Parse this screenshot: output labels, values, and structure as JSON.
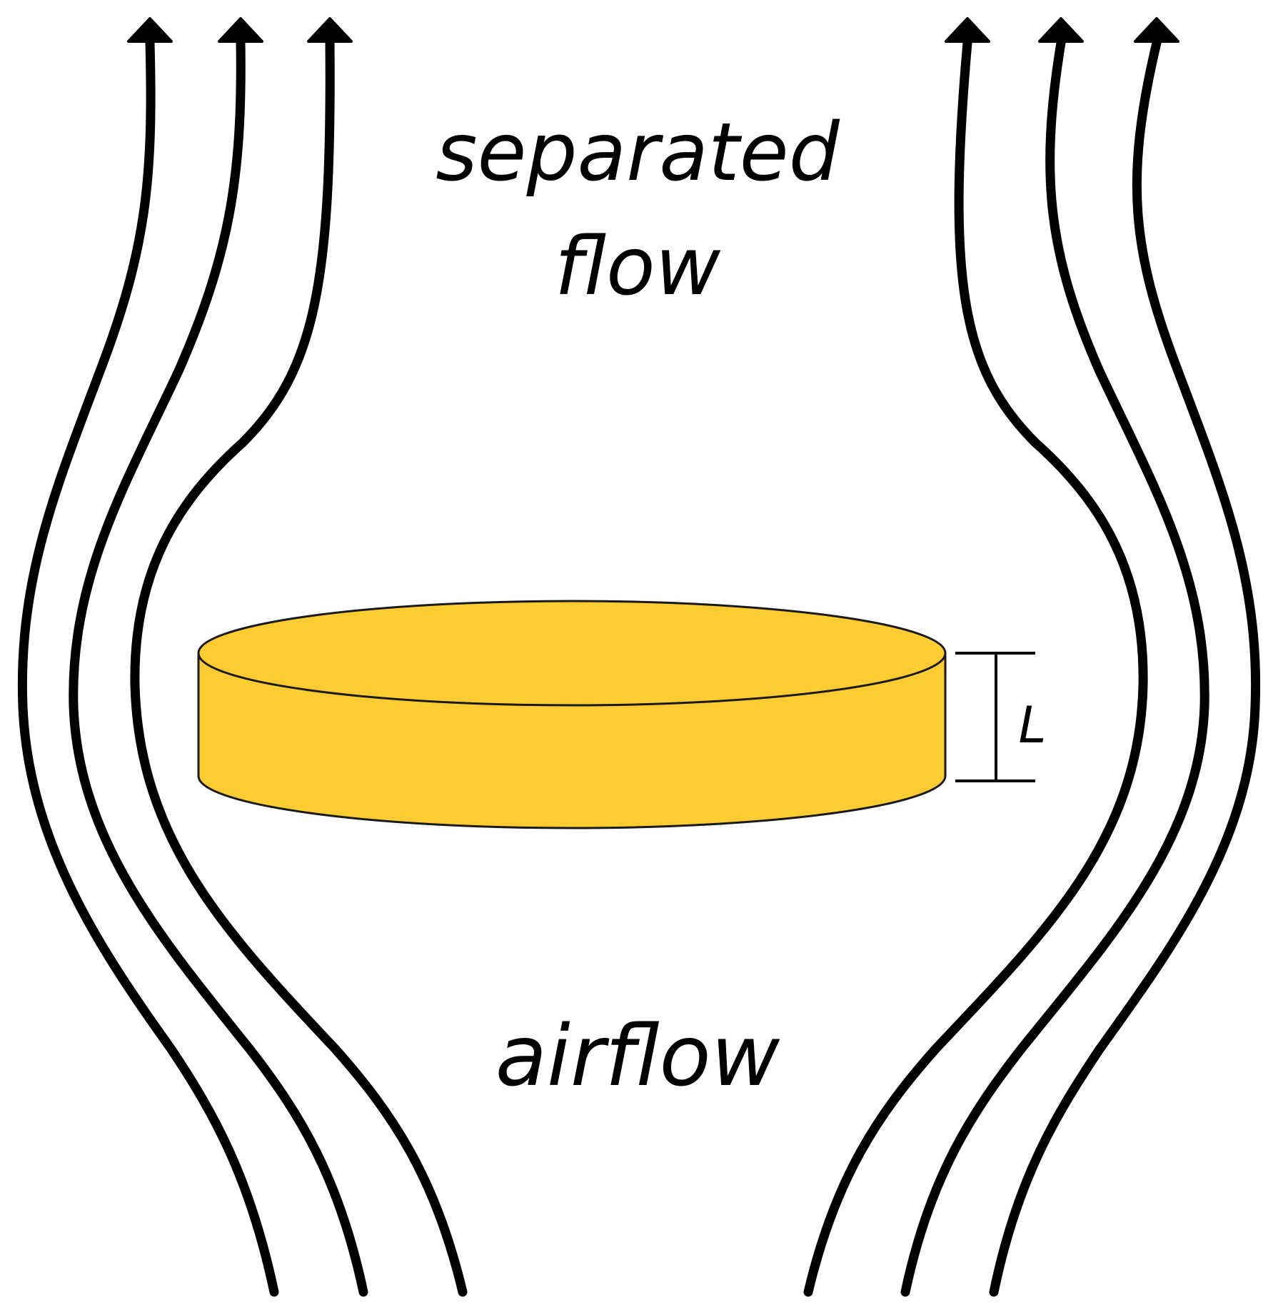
{
  "labels": {
    "separated_line1": "separated",
    "separated_line2": "flow",
    "airflow": "airflow",
    "dimension": "L"
  },
  "colors": {
    "disk_fill": "#FDCC33",
    "stroke": "#000000",
    "background": "#FFFFFF"
  },
  "icons": {
    "streamline_arrow": "arrow-up-icon"
  }
}
